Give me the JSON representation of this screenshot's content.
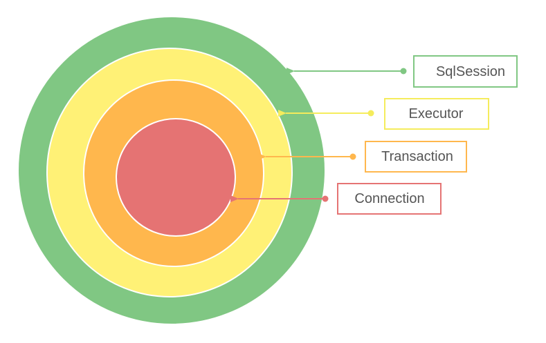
{
  "layers": [
    {
      "id": "sqlsession",
      "label": "SqlSession",
      "color": "#80C783"
    },
    {
      "id": "executor",
      "label": "Executor",
      "color": "#FFF176"
    },
    {
      "id": "transaction",
      "label": "Transaction",
      "color": "#FFB74D"
    },
    {
      "id": "connection",
      "label": "Connection",
      "color": "#E57373"
    }
  ]
}
